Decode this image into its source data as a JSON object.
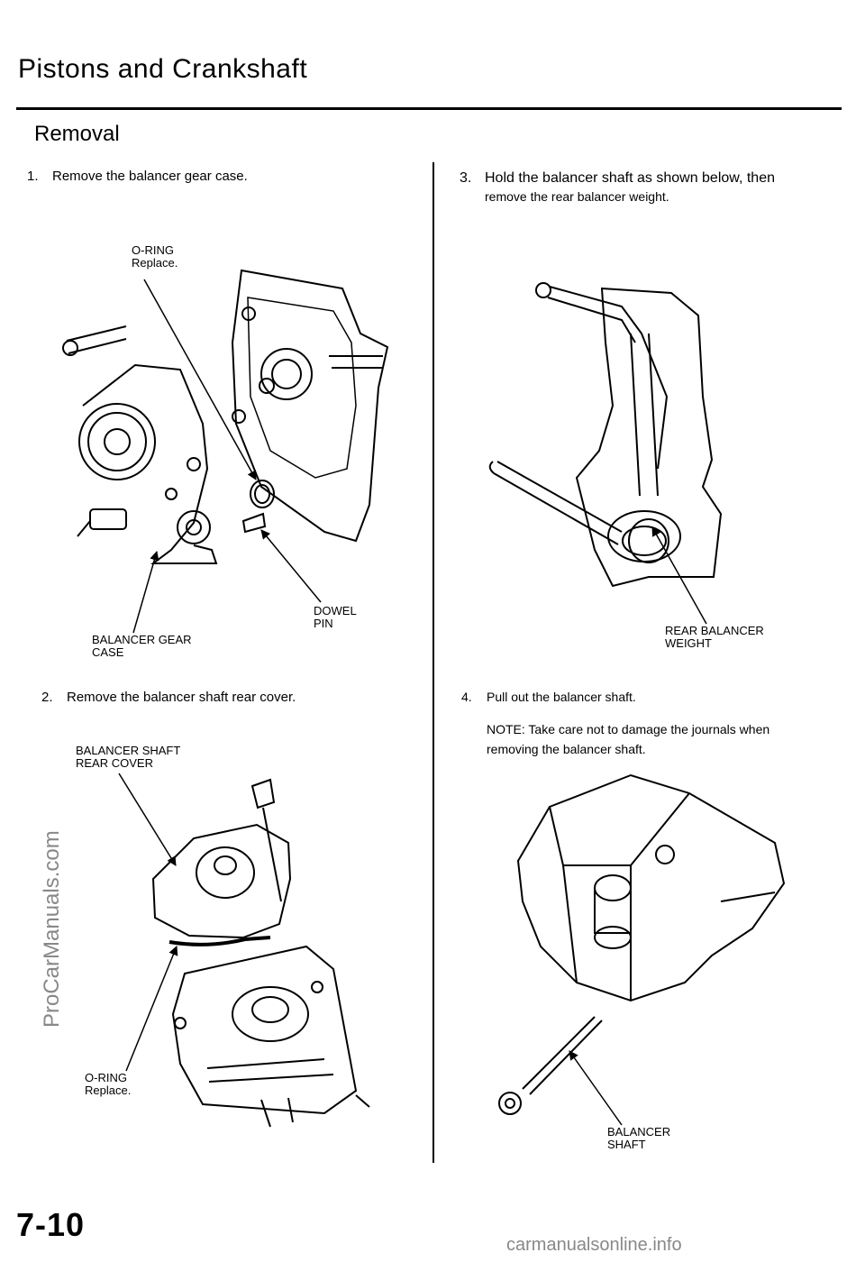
{
  "header": {
    "title": "Pistons and Crankshaft",
    "section": "Removal"
  },
  "steps": [
    {
      "num": "1.",
      "text": "Remove the balancer gear case."
    },
    {
      "num": "2.",
      "text": "Remove the balancer shaft rear cover."
    },
    {
      "num": "3.",
      "line1": "Hold the balancer shaft as shown below, then",
      "line2": "remove the rear balancer weight."
    },
    {
      "num": "4.",
      "text": "Pull out the balancer shaft.",
      "note_line1": "NOTE: Take care not to damage the journals when",
      "note_line2": "removing the balancer shaft."
    }
  ],
  "labels": {
    "oring1_a": "O-RING",
    "oring1_b": "Replace.",
    "gear_case_a": "BALANCER GEAR",
    "gear_case_b": "CASE",
    "dowel_a": "DOWEL",
    "dowel_b": "PIN",
    "rear_cover_a": "BALANCER SHAFT",
    "rear_cover_b": "REAR COVER",
    "oring2_a": "O-RING",
    "oring2_b": "Replace.",
    "rear_weight_a": "REAR BALANCER",
    "rear_weight_b": "WEIGHT",
    "shaft_a": "BALANCER",
    "shaft_b": "SHAFT"
  },
  "page_number": "7-10",
  "watermarks": {
    "side": "ProCarManuals.com",
    "bottom": "carmanualsonline.info"
  }
}
